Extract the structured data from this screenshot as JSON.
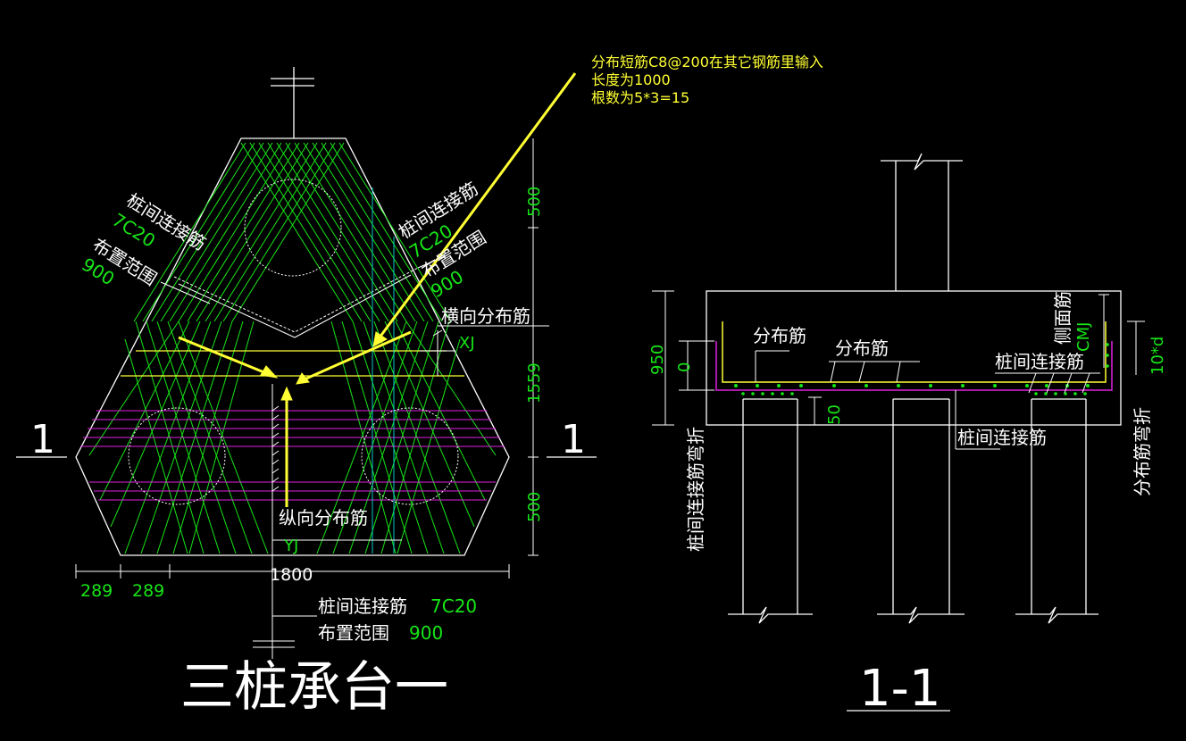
{
  "colors": {
    "background": "#000000",
    "outline": "#ffffff",
    "rebar_green": "#17e617",
    "rebar_yellow": "#ffff33",
    "rebar_magenta": "#e020e0",
    "cyan": "#00c8c8"
  },
  "annotation": {
    "line1": "分布短筋C8@200在其它钢筋里输入",
    "line2": "长度为1000",
    "line3": "根数为5*3=15"
  },
  "plan": {
    "title": "三桩承台一",
    "section_mark_left": "1",
    "section_mark_right": "1",
    "left_label": {
      "connect": "桩间连接筋",
      "connect_value": "7C20",
      "range": "布置范围",
      "range_value": "900"
    },
    "right_label": {
      "connect": "桩间连接筋",
      "connect_value": "7C20",
      "range": "布置范围",
      "range_value": "900"
    },
    "transverse_bar": "横向分布筋",
    "transverse_code": "XJ",
    "longitudinal_bar": "纵向分布筋",
    "longitudinal_code": "YJ",
    "bottom_label": {
      "connect": "桩间连接筋",
      "connect_value": "7C20",
      "range": "布置范围",
      "range_value": "900"
    },
    "dims": {
      "top": "500",
      "middle": "1559",
      "bottom": "500",
      "width": "1800",
      "left_a": "289",
      "left_b": "289"
    }
  },
  "section": {
    "title": "1-1",
    "dist_bar_a": "分布筋",
    "dist_bar_b": "分布筋",
    "side_bar": "侧面筋",
    "side_code": "CMJ",
    "pile_connect_top": "桩间连接筋",
    "pile_connect_bottom": "桩间连接筋",
    "pile_connect_bend": "桩间连接筋弯折",
    "dist_bend": "分布筋弯折",
    "dims": {
      "height": "950",
      "zero": "0",
      "cover": "50",
      "bend": "10*d"
    }
  }
}
